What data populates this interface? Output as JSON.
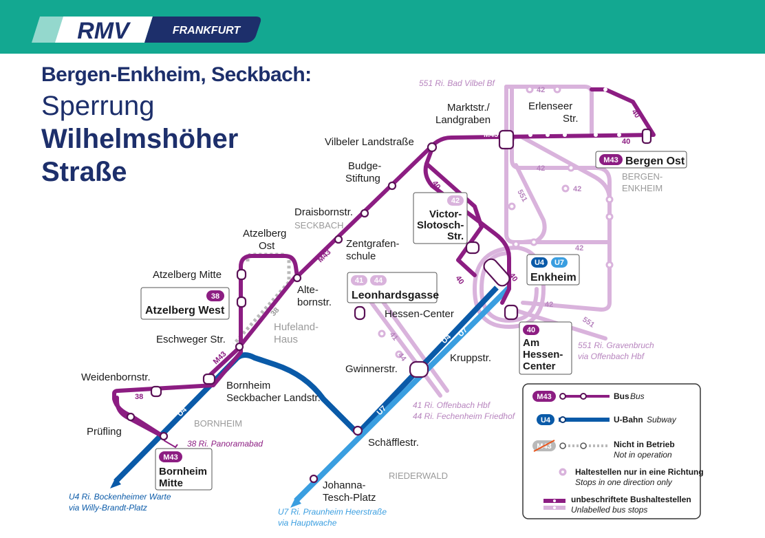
{
  "brand": {
    "logo_text": "RMV",
    "city": "FRANKFURT"
  },
  "title": {
    "subtitle": "Bergen-Enkheim, Seckbach:",
    "line1": "Sperrung",
    "line2": "Wilhelmshöher",
    "line3": "Straße"
  },
  "areas": {
    "seckbach": "SECKBACH",
    "bornheim": "BORNHEIM",
    "riederwald": "RIEDERWALD",
    "bergen_enkheim_1": "BERGEN-",
    "bergen_enkheim_2": "ENKHEIM"
  },
  "stops": {
    "marktstr_1": "Marktstr./",
    "marktstr_2": "Landgraben",
    "erlenseer_1": "Erlenseer",
    "erlenseer_2": "Str.",
    "vilbeler": "Vilbeler Landstraße",
    "budge_1": "Budge-",
    "budge_2": "Stiftung",
    "draisbornstr": "Draisbornstr.",
    "zentgrafen_1": "Zentgrafen-",
    "zentgrafen_2": "schule",
    "atzelberg_ost_1": "Atzelberg",
    "atzelberg_ost_2": "Ost",
    "atzelberg_mitte": "Atzelberg Mitte",
    "atzelberg_west": "Atzelberg West",
    "alte_1": "Alte-",
    "alte_2": "bornstr.",
    "hufeland_1": "Hufeland-",
    "hufeland_2": "Haus",
    "eschweger": "Eschweger Str.",
    "weidenborn": "Weidenbornstr.",
    "pruefling": "Prüfling",
    "bornheim_mitte_1": "Bornheim",
    "bornheim_mitte_2": "Mitte",
    "bornheim_seckb_1": "Bornheim",
    "bornheim_seckb_2": "Seckbacher Landstr.",
    "victor_1": "Victor-",
    "victor_2": "Slotosch-",
    "victor_3": "Str.",
    "leonhardsgasse": "Leonhardsgasse",
    "hessen_center": "Hessen-Center",
    "enkheim": "Enkheim",
    "am_hessen_1": "Am",
    "am_hessen_2": "Hessen-",
    "am_hessen_3": "Center",
    "kruppstr": "Kruppstr.",
    "gwinnerstr": "Gwinnerstr.",
    "schaefflestr": "Schäfflestr.",
    "johanna_1": "Johanna-",
    "johanna_2": "Tesch-Platz",
    "bergen_ost": "Bergen Ost"
  },
  "badges": {
    "m43": "M43",
    "b38": "38",
    "b40": "40",
    "b41": "41",
    "b42": "42",
    "b44": "44",
    "u4": "U4",
    "u7": "U7"
  },
  "line_labels": {
    "m43": "M43",
    "l38": "38",
    "l40": "40",
    "l41": "41",
    "l42": "42",
    "l44": "44",
    "l551": "551",
    "u4": "U4",
    "u7": "U7"
  },
  "destinations": {
    "d551_north": "551 Ri. Bad Vilbel Bf",
    "d38": "38 Ri. Panoramabad",
    "u4_1": "U4 Ri. Bockenheimer Warte",
    "u4_2": "via Willy-Brandt-Platz",
    "u7_1": "U7 Ri. Praunheim Heerstraße",
    "u7_2": "via Hauptwache",
    "d41": "41 Ri. Offenbach Hbf",
    "d44": "44 Ri. Fechenheim Friedhof",
    "d551_south_1": "551 Ri. Gravenbruch",
    "d551_south_2": "via Offenbach Hbf"
  },
  "legend": {
    "bus_de": "Bus",
    "bus_en": "Bus",
    "ubahn_de": "U-Bahn",
    "ubahn_en": "Subway",
    "closed_de": "Nicht in Betrieb",
    "closed_en": "Not in operation",
    "oneway_de": "Haltestellen nur in eine Richtung",
    "oneway_en": "Stops in one direction only",
    "unlabelled_de": "unbeschriftete Bushaltestellen",
    "unlabelled_en": "Unlabelled bus stops"
  },
  "colors": {
    "header": "#13a891",
    "navy": "#1d2f6b",
    "purple": "#8c1d82",
    "lilac": "#d9b3dc",
    "grey": "#b9b9b9",
    "u4": "#0a5aa8",
    "u7": "#3a9ee0"
  }
}
